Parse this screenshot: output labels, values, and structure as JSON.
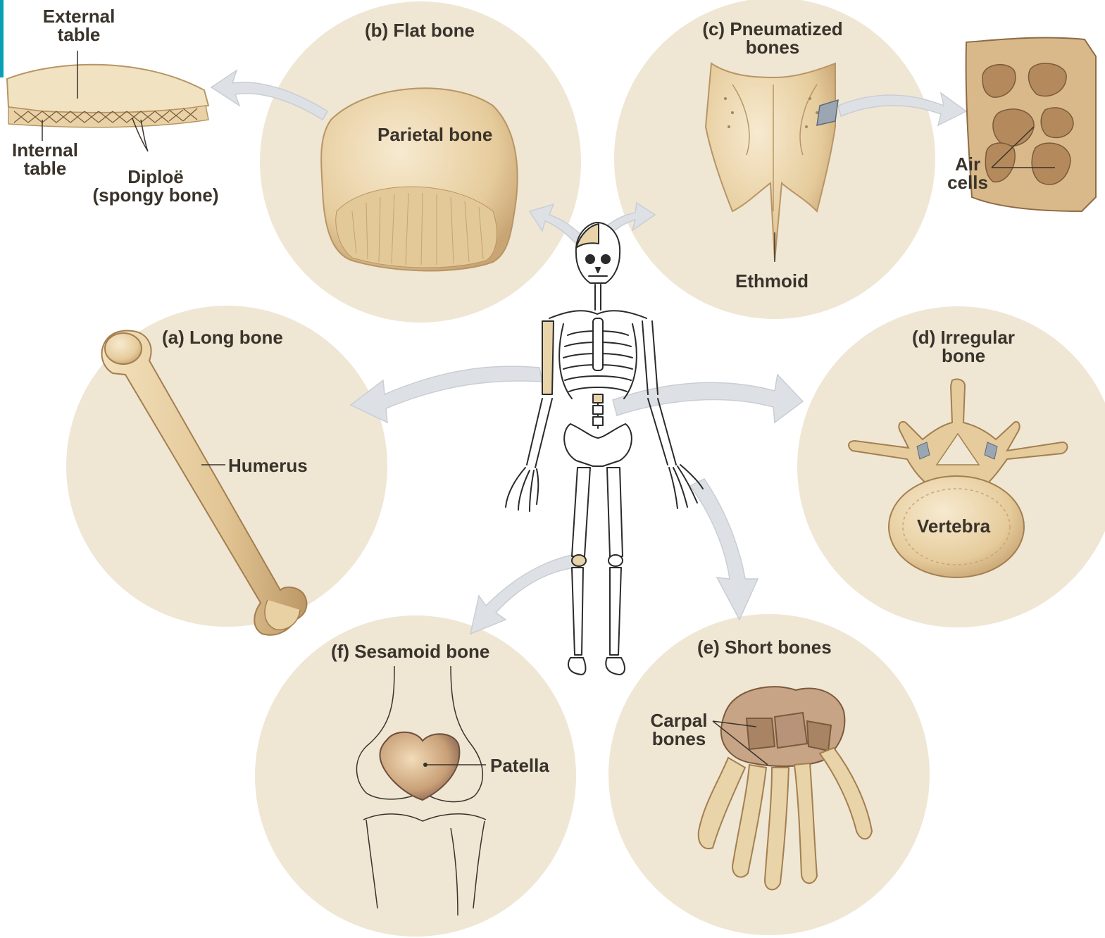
{
  "panels": {
    "flat": {
      "title": "(b) Flat bone",
      "bone": "Parietal bone"
    },
    "pneumatized": {
      "title_line1": "(c) Pneumatized",
      "title_line2": "bones",
      "bone": "Ethmoid"
    },
    "long": {
      "title": "(a) Long bone",
      "bone": "Humerus"
    },
    "irregular": {
      "title_line1": "(d) Irregular",
      "title_line2": "bone",
      "bone": "Vertebra"
    },
    "sesamoid": {
      "title": "(f) Sesamoid bone",
      "bone": "Patella"
    },
    "short": {
      "title": "(e) Short bones",
      "bone_line1": "Carpal",
      "bone_line2": "bones"
    }
  },
  "flat_bone_detail": {
    "external_line1": "External",
    "external_line2": "table",
    "internal_line1": "Internal",
    "internal_line2": "table",
    "diploe_line1": "Diploë",
    "diploe_line2": "(spongy bone)"
  },
  "air_cells_detail": {
    "line1": "Air",
    "line2": "cells"
  },
  "colors": {
    "circle": "#efe6d4",
    "bone": "#e9d3a8",
    "bone_shade": "#c9a574",
    "arrow": "#dde1e6",
    "text": "#3a332b",
    "accent": "#0aa0b4"
  }
}
